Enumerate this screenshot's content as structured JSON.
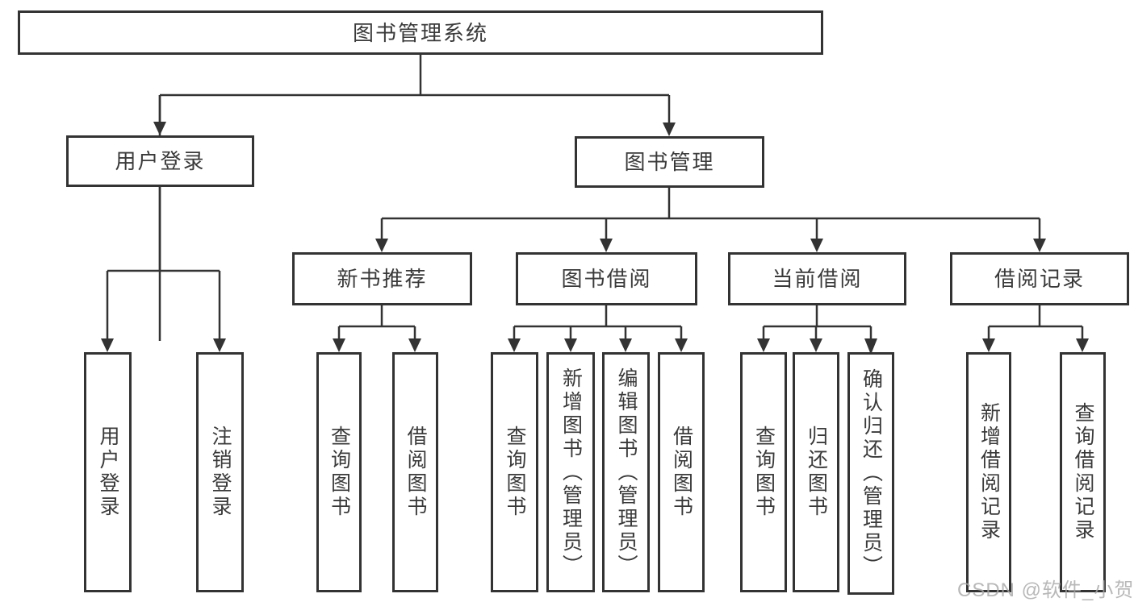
{
  "tree": {
    "root": {
      "label": "图书管理系统",
      "children": [
        {
          "label": "用户登录",
          "children": [
            {
              "label": "用户登录"
            },
            {
              "label": "注销登录"
            }
          ]
        },
        {
          "label": "图书管理",
          "children": [
            {
              "label": "新书推荐",
              "children": [
                {
                  "label": "查询图书"
                },
                {
                  "label": "借阅图书"
                }
              ]
            },
            {
              "label": "图书借阅",
              "children": [
                {
                  "label": "查询图书"
                },
                {
                  "label": "新增图书（管理员）"
                },
                {
                  "label": "编辑图书（管理员）"
                },
                {
                  "label": "借阅图书"
                }
              ]
            },
            {
              "label": "当前借阅",
              "children": [
                {
                  "label": "查询图书"
                },
                {
                  "label": "归还图书"
                },
                {
                  "label": "确认归还（管理员）"
                }
              ]
            },
            {
              "label": "借阅记录",
              "children": [
                {
                  "label": "新增借阅记录"
                },
                {
                  "label": "查询借阅记录"
                }
              ]
            }
          ]
        }
      ]
    }
  },
  "watermark": {
    "text": "CSDN @软件_小贺同学"
  },
  "colors": {
    "line": "#333333",
    "text": "#3a3a3a",
    "watermark": "#a8a8a8",
    "background": "#ffffff"
  }
}
